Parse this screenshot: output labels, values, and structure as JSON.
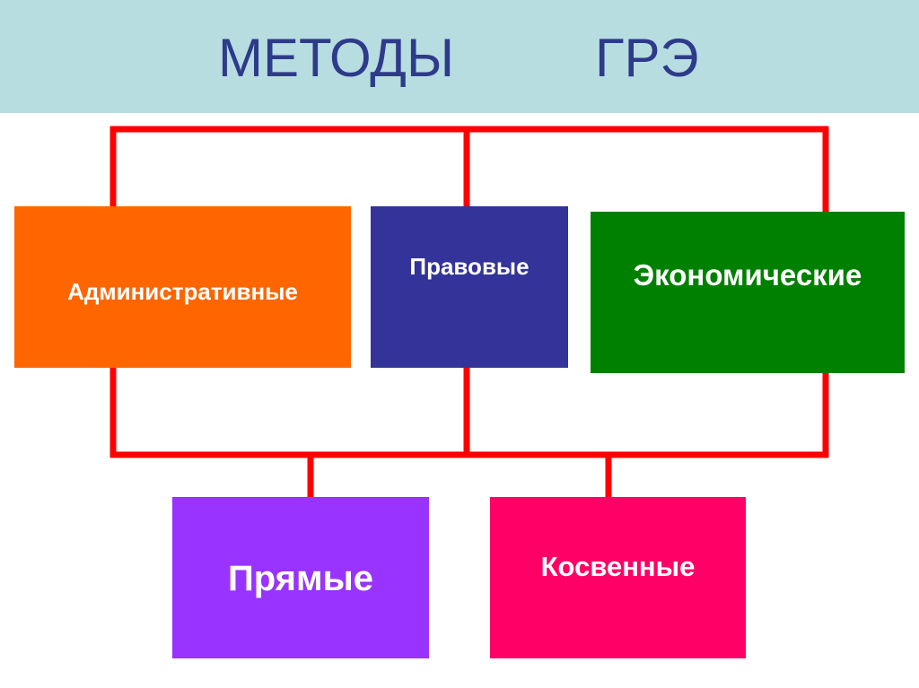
{
  "title": {
    "word1": "МЕТОДЫ",
    "word2": "ГРЭ"
  },
  "boxes": {
    "administrative": "Административные",
    "legal": "Правовые",
    "economic": "Экономические",
    "direct": "Прямые",
    "indirect": "Косвенные"
  },
  "colors": {
    "title_bar": "#b7dde1",
    "title_text": "#2e3a8a",
    "connector": "#ff0000",
    "administrative": "#ff6600",
    "legal": "#333399",
    "economic": "#008000",
    "direct": "#9933ff",
    "indirect": "#ff0066"
  }
}
